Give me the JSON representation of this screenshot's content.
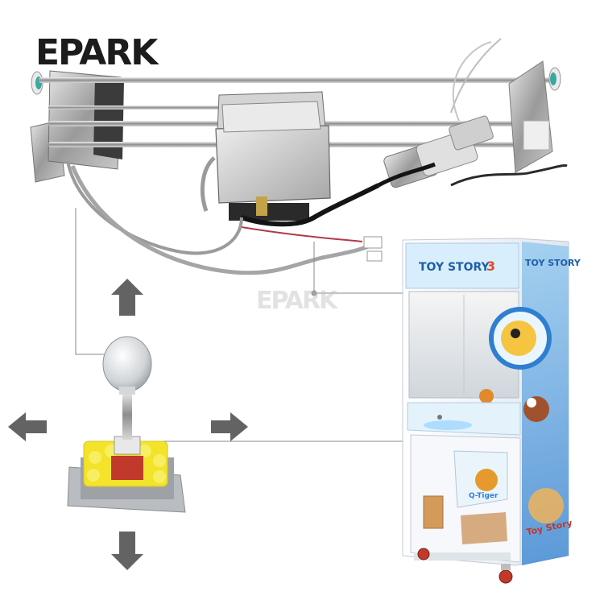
{
  "watermark": {
    "brand": "EPARK",
    "brand_repeat": "EPARK"
  },
  "machine": {
    "sign": "TOY STORY",
    "sign_number": "3",
    "side_sign": "TOY STORY",
    "cartoon_caption": "Q-Tiger",
    "bottom_sign": "Toy Story"
  },
  "colors": {
    "arrow": "#636363",
    "connector_line": "#8a8a8a",
    "cabinet": "#f4f6f9",
    "cabinet_blue": "#2f7fd0",
    "joystick_plate": "#f3e32a",
    "joystick_base": "#c0392b"
  },
  "arrows": [
    {
      "direction": "up",
      "icon": "arrow-up-icon"
    },
    {
      "direction": "down",
      "icon": "arrow-down-icon"
    },
    {
      "direction": "left",
      "icon": "arrow-left-icon"
    },
    {
      "direction": "right",
      "icon": "arrow-right-icon"
    }
  ]
}
